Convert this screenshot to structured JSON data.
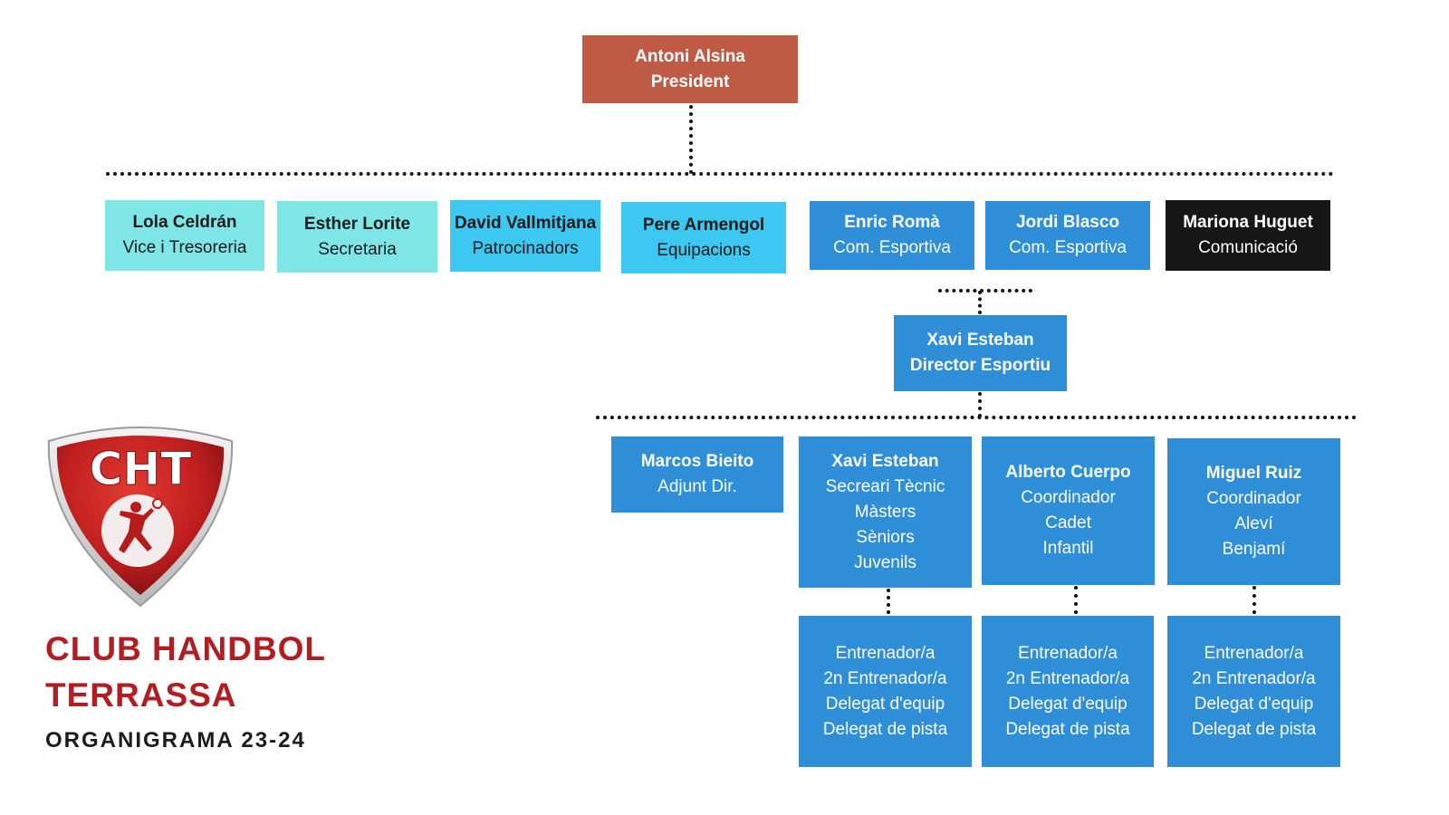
{
  "president": {
    "name": "Antoni Alsina",
    "role": "President"
  },
  "board": [
    {
      "name": "Lola Celdrán",
      "role": "Vice i Tresoreria"
    },
    {
      "name": "Esther Lorite",
      "role": "Secretaria"
    },
    {
      "name": "David Vallmitjana",
      "role": "Patrocinadors"
    },
    {
      "name": "Pere Armengol",
      "role": "Equipacions"
    },
    {
      "name": "Enric Romà",
      "role": "Com. Esportiva"
    },
    {
      "name": "Jordi Blasco",
      "role": "Com. Esportiva"
    },
    {
      "name": "Mariona Huguet",
      "role": "Comunicació"
    }
  ],
  "director": {
    "name": "Xavi Esteban",
    "role": "Director Esportiu"
  },
  "staff": [
    {
      "name": "Marcos Bieito",
      "lines": [
        "Adjunt Dir."
      ]
    },
    {
      "name": "Xavi Esteban",
      "lines": [
        "Secreari Tècnic",
        "Màsters",
        "Sèniors",
        "Juvenils"
      ]
    },
    {
      "name": "Alberto Cuerpo",
      "lines": [
        "Coordinador",
        "Cadet",
        "Infantil"
      ]
    },
    {
      "name": "Miguel Ruiz",
      "lines": [
        "Coordinador",
        "Aleví",
        "Benjamí"
      ]
    }
  ],
  "team_roles": [
    "Entrenador/a",
    "2n Entrenador/a",
    "Delegat d'equip",
    "Delegat de pista"
  ],
  "logo": {
    "text": "CHT"
  },
  "club": {
    "line1": "CLUB HANDBOL",
    "line2": "TERRASSA",
    "subtitle": "ORGANIGRAMA 23-24"
  },
  "colors": {
    "teal": "#7ee6e6",
    "cyan": "#3cc8f0",
    "blue": "#2e8ed8",
    "red": "#bf5a45",
    "black": "#161616",
    "brand_red": "#b01e23"
  }
}
